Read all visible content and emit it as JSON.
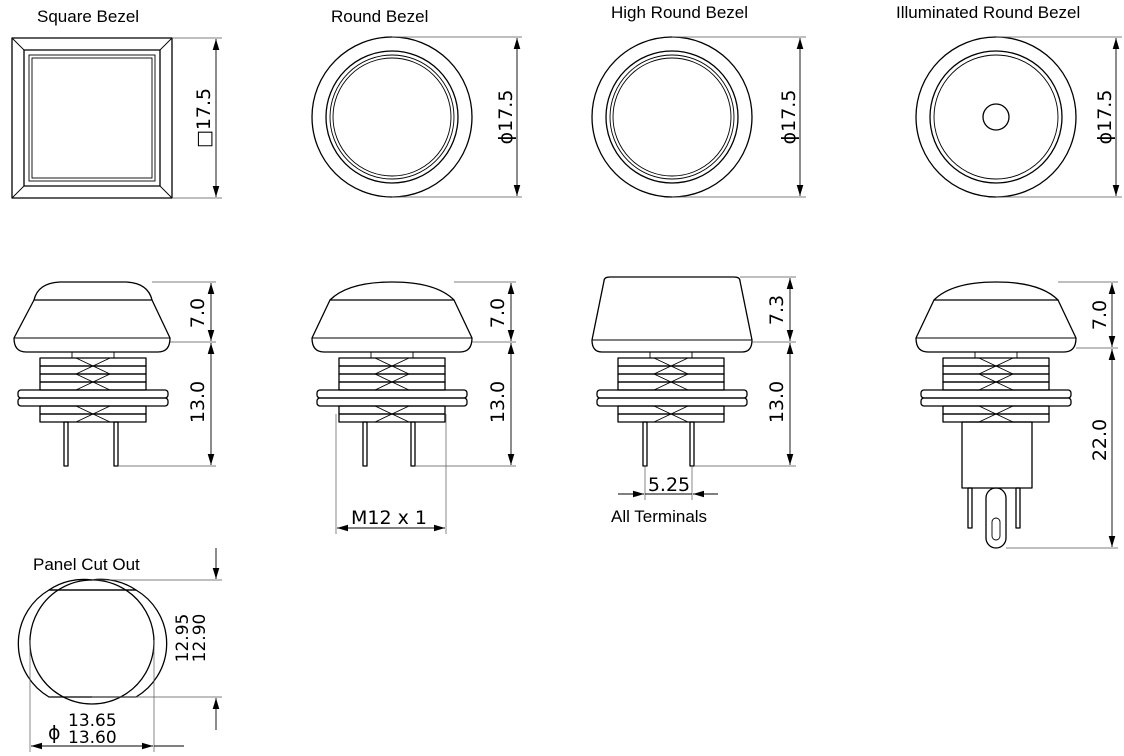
{
  "views": {
    "square_bezel": {
      "title": "Square Bezel",
      "size_label": "□17.5",
      "height_label": "7.0",
      "thread_label": "13.0"
    },
    "round_bezel": {
      "title": "Round Bezel",
      "diameter_label": "ϕ17.5",
      "height_label": "7.0",
      "thread_label": "13.0",
      "thread_spec": "M12 x 1"
    },
    "high_round_bezel": {
      "title": "High Round Bezel",
      "diameter_label": "ϕ17.5",
      "height_label": "7.3",
      "thread_label": "13.0",
      "pitch_label": "5.25",
      "pitch_note": "All Terminals"
    },
    "illuminated_round_bezel": {
      "title": "Illuminated Round Bezel",
      "diameter_label": "ϕ17.5",
      "height_label": "7.0",
      "length_label": "22.0"
    },
    "panel_cut_out": {
      "title": "Panel Cut Out",
      "height_max": "12.95",
      "height_min": "12.90",
      "diameter_symbol": "ϕ",
      "diameter_max": "13.65",
      "diameter_min": "13.60"
    }
  }
}
